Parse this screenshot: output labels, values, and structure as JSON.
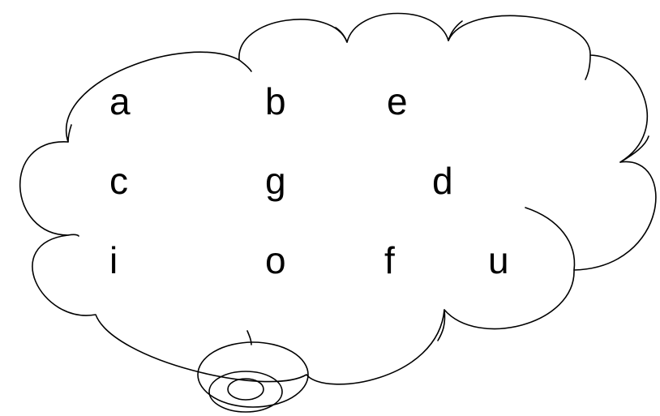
{
  "diagram": {
    "letters": [
      "a",
      "b",
      "e",
      "c",
      "g",
      "d",
      "i",
      "o",
      "f",
      "u"
    ]
  }
}
